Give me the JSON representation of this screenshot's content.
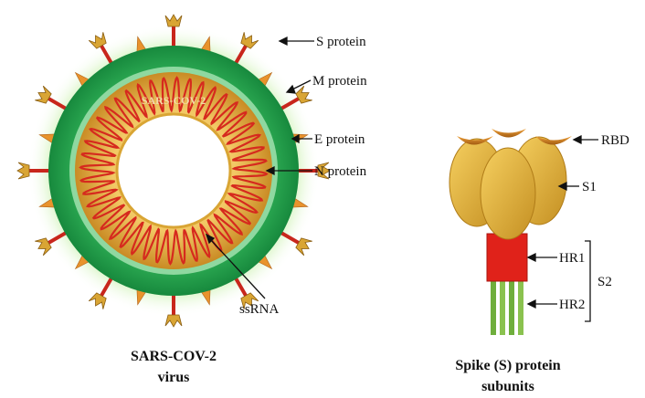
{
  "virus": {
    "logo_text": "SARS-COV-2",
    "labels": {
      "s_protein": "S protein",
      "m_protein": "M protein",
      "e_protein": "E protein",
      "n_protein": "N protein",
      "ssrna": "ssRNA"
    },
    "caption_line1": "SARS-COV-2",
    "caption_line2": "virus"
  },
  "spike": {
    "labels": {
      "rbd": "RBD",
      "s1": "S1",
      "hr1": "HR1",
      "hr2": "HR2",
      "s2": "S2"
    },
    "caption_line1": "Spike (S) protein",
    "caption_line2": "subunits"
  },
  "colors": {
    "envelope_green": "#1e9e4a",
    "glow_green": "#b9ec9c",
    "capsid_gold": "#d9a534",
    "rna_red": "#d62a1e",
    "spike_orange": "#e8932c",
    "s1_yellow": "#e3b43b",
    "hr1_red": "#e0221a",
    "hr2_green": "#6fae3c"
  }
}
